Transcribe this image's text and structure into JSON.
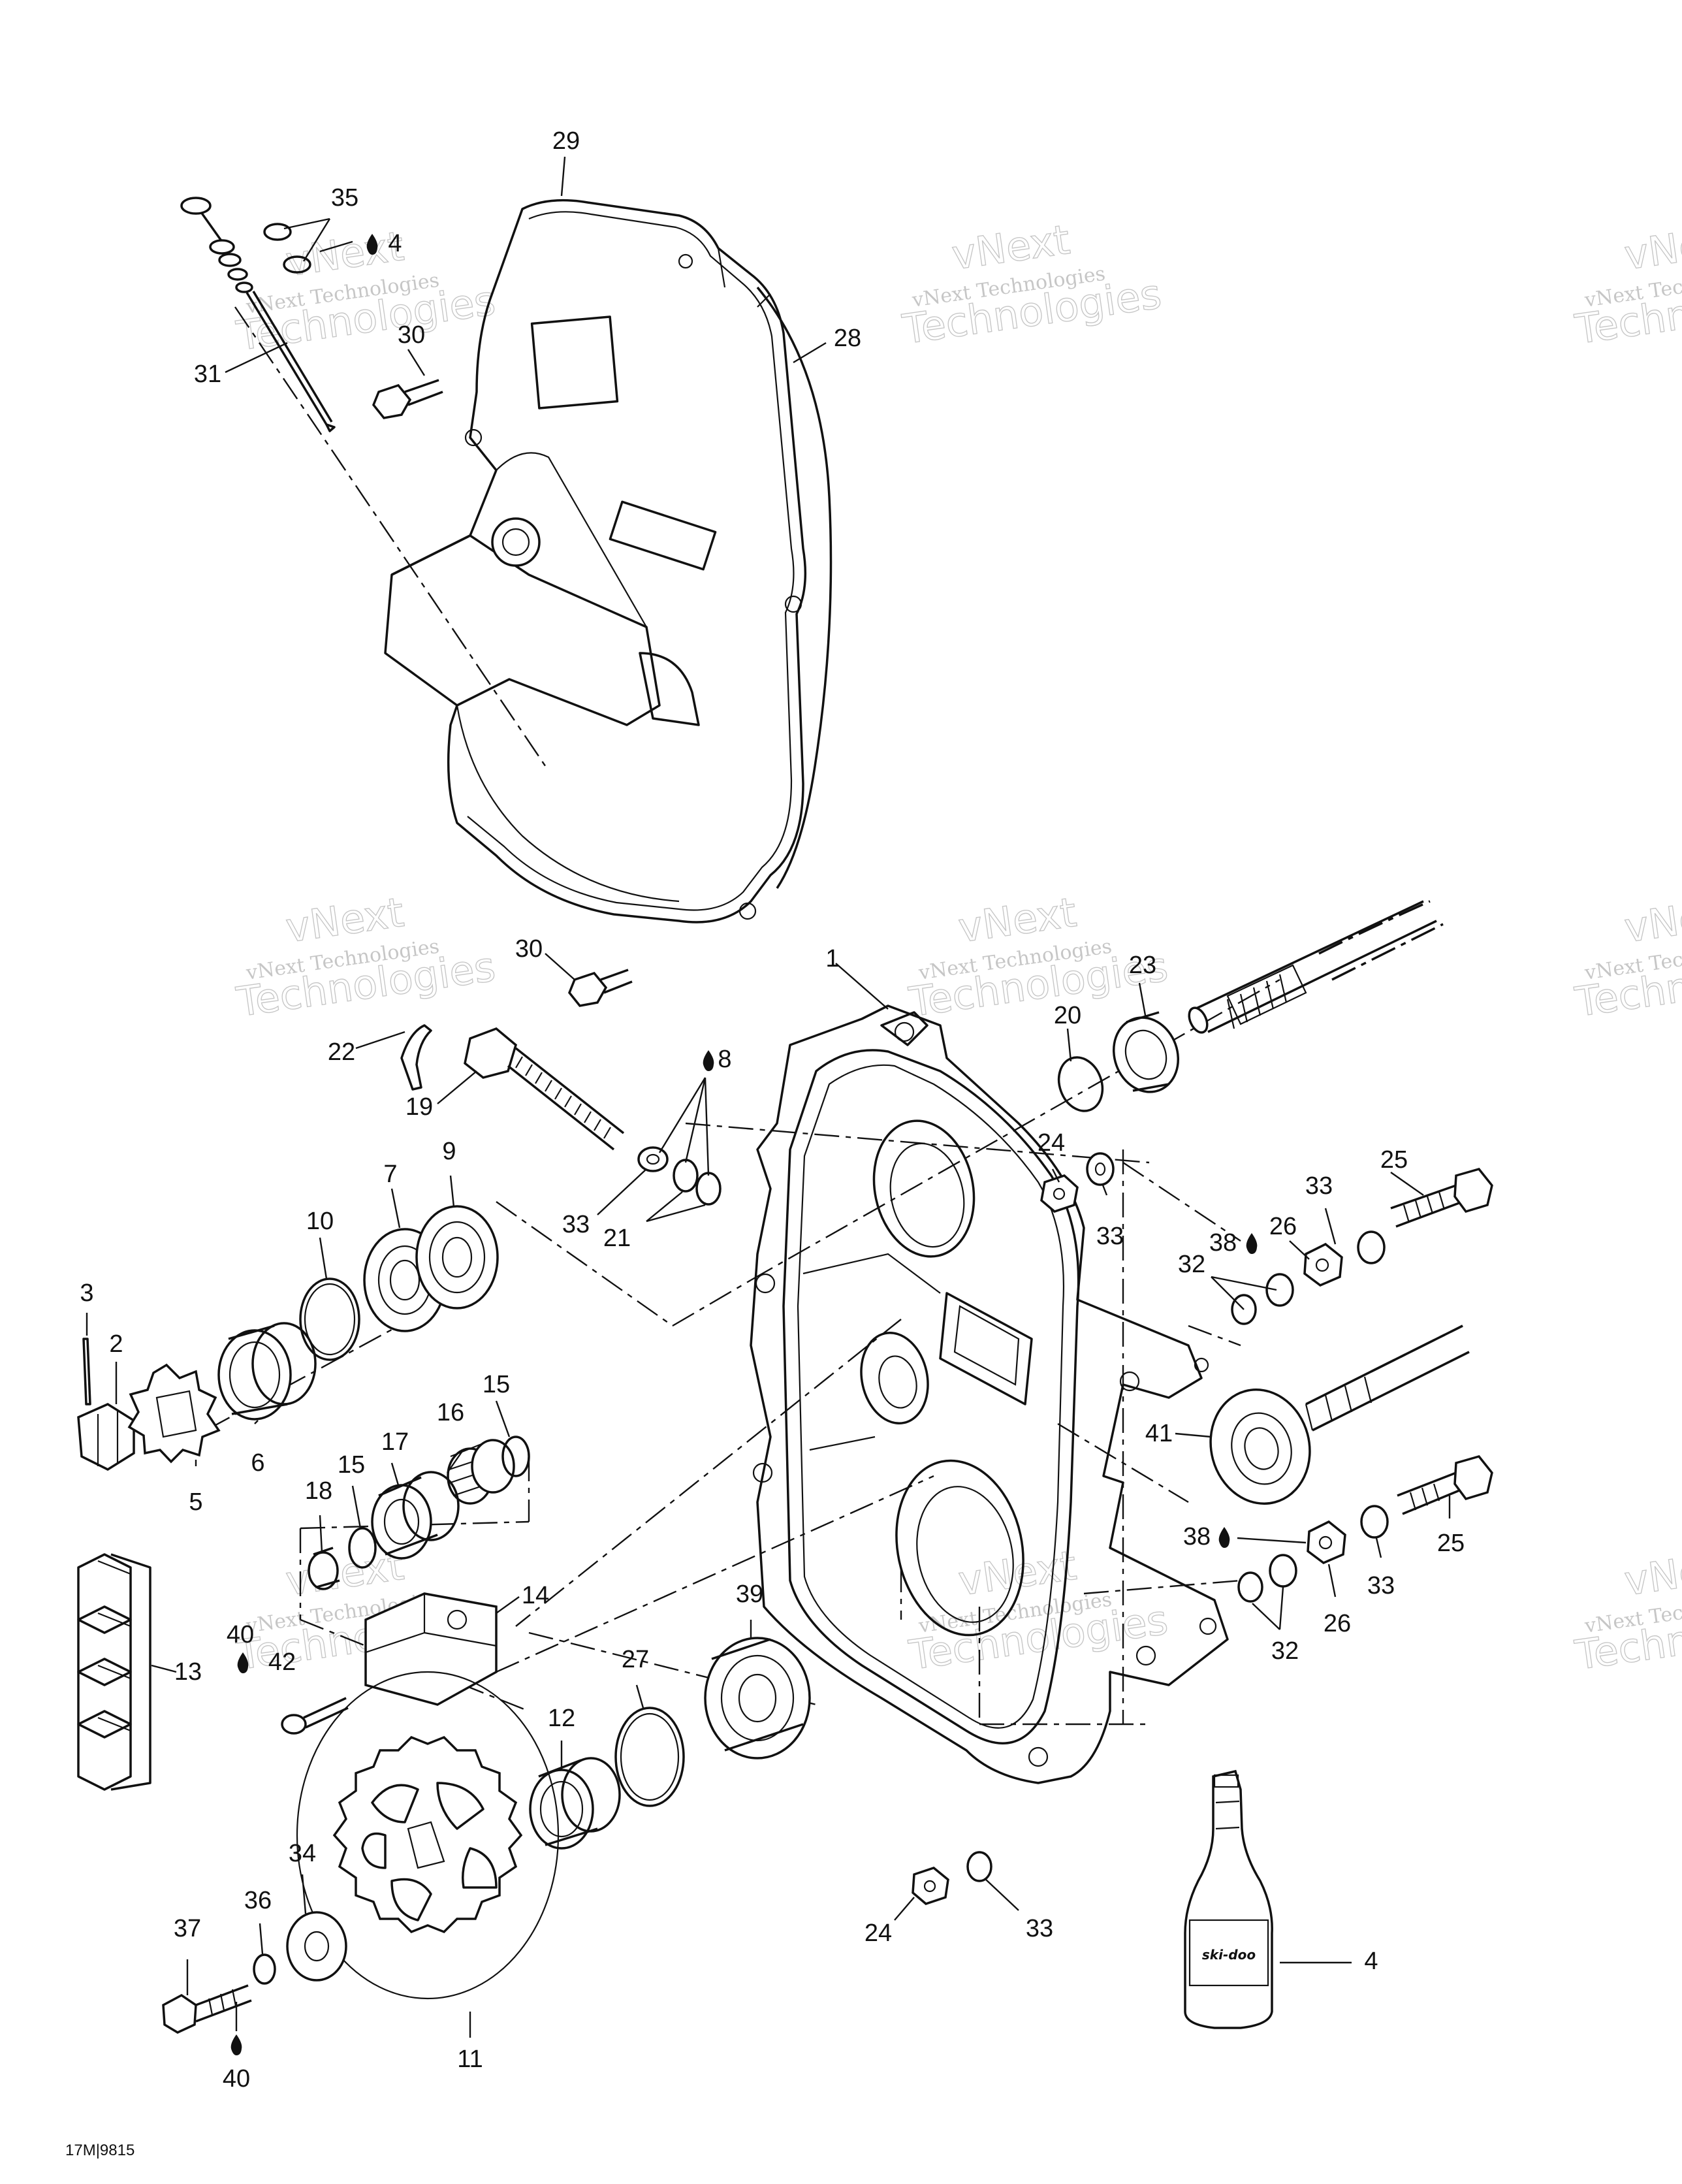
{
  "drawing_code": "17M|9815",
  "watermark": {
    "line1": "vNext",
    "line2": "vNext Technologies",
    "line3": "Technologies"
  },
  "callouts": [
    {
      "id": "c29",
      "text": "29"
    },
    {
      "id": "c35",
      "text": "35"
    },
    {
      "id": "c4a",
      "text": "4"
    },
    {
      "id": "c31",
      "text": "31"
    },
    {
      "id": "c30a",
      "text": "30"
    },
    {
      "id": "c28",
      "text": "28"
    },
    {
      "id": "c30b",
      "text": "30"
    },
    {
      "id": "c22",
      "text": "22"
    },
    {
      "id": "c19",
      "text": "19"
    },
    {
      "id": "c8",
      "text": "8"
    },
    {
      "id": "c1",
      "text": "1"
    },
    {
      "id": "c23",
      "text": "23"
    },
    {
      "id": "c20",
      "text": "20"
    },
    {
      "id": "c24a",
      "text": "24"
    },
    {
      "id": "c33a",
      "text": "33"
    },
    {
      "id": "c25a",
      "text": "25"
    },
    {
      "id": "c33b",
      "text": "33"
    },
    {
      "id": "c26a",
      "text": "26"
    },
    {
      "id": "c38a",
      "text": "38"
    },
    {
      "id": "c32a",
      "text": "32"
    },
    {
      "id": "c33c",
      "text": "33"
    },
    {
      "id": "c21",
      "text": "21"
    },
    {
      "id": "c9",
      "text": "9"
    },
    {
      "id": "c7",
      "text": "7"
    },
    {
      "id": "c10",
      "text": "10"
    },
    {
      "id": "c3",
      "text": "3"
    },
    {
      "id": "c2",
      "text": "2"
    },
    {
      "id": "c6",
      "text": "6"
    },
    {
      "id": "c5",
      "text": "5"
    },
    {
      "id": "c15a",
      "text": "15"
    },
    {
      "id": "c16",
      "text": "16"
    },
    {
      "id": "c17",
      "text": "17"
    },
    {
      "id": "c15b",
      "text": "15"
    },
    {
      "id": "c18",
      "text": "18"
    },
    {
      "id": "c41",
      "text": "41"
    },
    {
      "id": "c25b",
      "text": "25"
    },
    {
      "id": "c38b",
      "text": "38"
    },
    {
      "id": "c33d",
      "text": "33"
    },
    {
      "id": "c26b",
      "text": "26"
    },
    {
      "id": "c32b",
      "text": "32"
    },
    {
      "id": "c14",
      "text": "14"
    },
    {
      "id": "c13",
      "text": "13"
    },
    {
      "id": "c40a",
      "text": "40"
    },
    {
      "id": "c42",
      "text": "42"
    },
    {
      "id": "c39",
      "text": "39"
    },
    {
      "id": "c27",
      "text": "27"
    },
    {
      "id": "c12",
      "text": "12"
    },
    {
      "id": "c34",
      "text": "34"
    },
    {
      "id": "c36",
      "text": "36"
    },
    {
      "id": "c37",
      "text": "37"
    },
    {
      "id": "c11",
      "text": "11"
    },
    {
      "id": "c40b",
      "text": "40"
    },
    {
      "id": "c24b",
      "text": "24"
    },
    {
      "id": "c33e",
      "text": "33"
    },
    {
      "id": "c4b",
      "text": "4"
    }
  ],
  "bottle_label": "ski-doo"
}
